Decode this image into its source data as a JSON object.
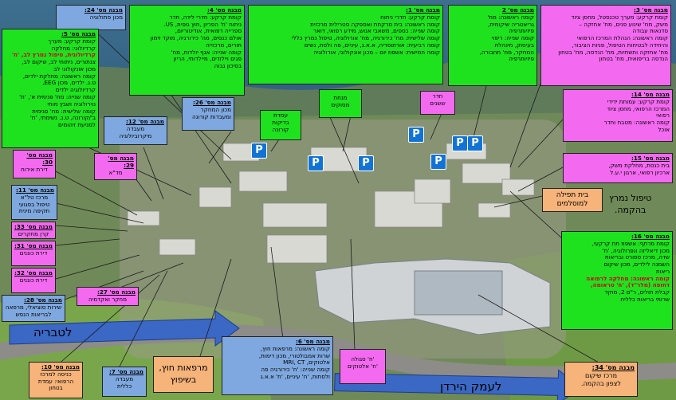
{
  "map": {
    "roads": {
      "tiberias": "לטבריה",
      "jordan_valley": "לעמק הירדן"
    },
    "parking_label": "P",
    "nimrod_note": "טיפול נמרץ\nבהקמה."
  },
  "callouts": {
    "b24": {
      "title": "מבנה מס' 24:",
      "lines": [
        "מכון פתולוגיה"
      ]
    },
    "b4": {
      "title": "מבנה מס' 4:",
      "lines": [
        "קומת קרקע: חדרי לידה, חדר",
        "ניתוח 'ח' הפריון ,חוץ גופית, US.",
        "ספרייה רפואית, אודיטוריום,",
        "אולם כנסים, מה' כירורגיה, מוקד זימון",
        "תורים, מרכזייה",
        "קומה שנייה: אגף יולדות, מח'",
        "פגים ויילודים, מיילדותי, הריון",
        "בסיכון גבוה"
      ]
    },
    "b1": {
      "title": "מבנה מס' 1:",
      "lines": [
        "קומת קרקע: חדרי ניתוח",
        "קומה ראשונה: בית מרקחת ואספקה סטרילית מרכזית",
        "קומה שנייה: כספים, משאבי אנוש, מידע רפואי, דואר",
        "קומה שלישית: מח' כירורגיה, מח' אורולוגיה, טיפול נמרץ כללי",
        "קומה רביעית: אורתופדיה, א.א.ג, עיניים, פה ולסת, נשים",
        "קומה חמישית: אשפוז יום – מכון אונקולוגי, אורולוגיה"
      ]
    },
    "b2": {
      "title": "מבנה מס' 2",
      "lines": [
        "קומה ראשונה: מח'",
        "גריאטריה שיקומית,",
        "פיזיותרפיה",
        "קומה שנייה: ריפוי",
        "בעיסוק, מינהלת",
        "המחקר, מח' תחבורה,",
        "פיזיותרפיה"
      ]
    },
    "b3": {
      "title": "מבנה מס' 3:",
      "lines": [
        "קומת קרקע: מערך טכנסטל, מחסן ציוד",
        "משק, מח' שינוע פנים, מח' אחזקה –",
        "סדנאות עבודה",
        "קומה ראשונה: הנהלת המרכז הרפואי",
        "והיחידה לבטיחות הטיפול, פניות הציבור,",
        "מח' אחזקה ותשתיות, מח' הנדסה, מח' בטחון",
        "הנדסה בריפואית, מח' בטחון"
      ]
    },
    "b5": {
      "title": "מבנה מס' 5:",
      "lines": [
        "קומת קרקע: מערך",
        "קרדיולוגי: מחלקה",
        "קרדיולוגית, טיפול נמרץ לב, 'ח'",
        "צנתורים, ניתוחי לב, שיקום לב,",
        "מכון אונקולוגי לב",
        "קומה ראשונה: מחלקת ילדים,",
        "ט.נ. ילדים, מכון EEG,",
        "קרדיולוגיה ילדים",
        "קומה שנייה: מח' פנימית א', 'ח'",
        "נוירולוגיה ושבץ מוחי",
        "קומה שלישית: מח' פנימית",
        "ב'/קורונה, ט.נ. נשימתי, 'ח'",
        "למניעת זיהומים"
      ]
    },
    "b26": {
      "title": "מבנה מס' 26:",
      "lines": [
        "מכון המחקר",
        "ומעבדות קורונה"
      ]
    },
    "b12": {
      "title": "מבנה מס' 12:",
      "lines": [
        "מעבדה",
        "מיקרוביולוגיה"
      ]
    },
    "b29": {
      "title": "מבנה מס' 29:",
      "lines": [
        "מד\"א"
      ]
    },
    "b30": {
      "title": "מבנה מס' 30:",
      "lines": [
        "דירת אירוח"
      ]
    },
    "b11": {
      "title": "מבנה מס' 11:",
      "lines": [
        "מרכז טל\"א",
        "טיפול בפגועי",
        "תקיפה מינית"
      ]
    },
    "b33": {
      "title": "מבנה מס' 33:",
      "lines": [
        "קרן מחקרים"
      ]
    },
    "b31": {
      "title": "מבנה מס' 31:",
      "lines": [
        "דירת כוננים"
      ]
    },
    "b32": {
      "title": "מבנה מס' 32:",
      "lines": [
        "דירת כוננים"
      ]
    },
    "b27": {
      "title": "מבנה מס' 27:",
      "lines": [
        "מחקר ואקדמיה"
      ]
    },
    "b28": {
      "title": "מבנה מס' 28:",
      "lines": [
        "שירות סוציאלי, מרפאה",
        "לבריאות הנפש"
      ]
    },
    "b10": {
      "title": "מבנה מס' 10:",
      "lines": [
        "כניסה למרכז",
        "הרפואי: עמדת",
        "בטחון"
      ]
    },
    "b7": {
      "title": "מבנה מס' 7:",
      "lines": [
        "מעבדה",
        "כללית"
      ]
    },
    "outpatient": {
      "lines": [
        "מרפאות חוץ,",
        "בשיפוץ"
      ]
    },
    "b6": {
      "title": "מבנה מס' 6:",
      "lines": [
        "קומה ראשונה: מרפאות חוץ,",
        "שרות אמבולטורי, מכון דימות,",
        "אלטוקים, MRI, CT",
        "קומה שנייה: 'ח' כירורגיה פה",
        "ולסתות, 'ח' עיניים, 'ח' א.א.ג"
      ]
    },
    "ultrasound": {
      "lines": [
        "'ח' סגולה",
        "'ח' אלטוקים"
      ]
    },
    "b34": {
      "title": "מבנה מס' 34:",
      "lines": [
        "מרכז שיקום",
        "לצפון בהקמה."
      ]
    },
    "b16": {
      "title": "מבנה מס' 16:",
      "lines": [
        "קומת מרתף: אשפוז תת קרקעי,",
        "מכון דיאליזה ונפרולוגיה, 'ח'",
        "שדה, מרכז ספורט ובריאות",
        "השמנה לילדים, מכון שיקום",
        "ריאות",
        "קומה ראשונה: מחלקה לרפואה",
        "דחופה (מלר\"ד), 'ח' טראומה,",
        "קבלת חולים, ר\"ם 2, מוקד",
        "שרותי בריאות כללית"
      ]
    },
    "prayer": {
      "lines": [
        "בית תפילה",
        "למוסלמים"
      ]
    },
    "b15": {
      "title": "מבנה מס' 15:",
      "lines": [
        "בית כנסת, מחלקת משק,",
        "ארכיון רפואי, ארגון י.ע.ל"
      ]
    },
    "b14": {
      "title": "מבנה מס' 14:",
      "lines": [
        "קומת קרקע: עמותת ידידי",
        "המרכז הרפואי, מחסן ציוד",
        "רפואי",
        "קומה ראשונה: מטבח וחדר",
        "אוכל"
      ]
    },
    "doctors_room": {
      "lines": [
        "חדר",
        "ששנים"
      ]
    },
    "helipad": {
      "lines": [
        "מנחת",
        "מסוקים"
      ]
    },
    "corona_stand": {
      "lines": [
        "עמדת",
        "בדיקות",
        "קורונה"
      ]
    }
  }
}
